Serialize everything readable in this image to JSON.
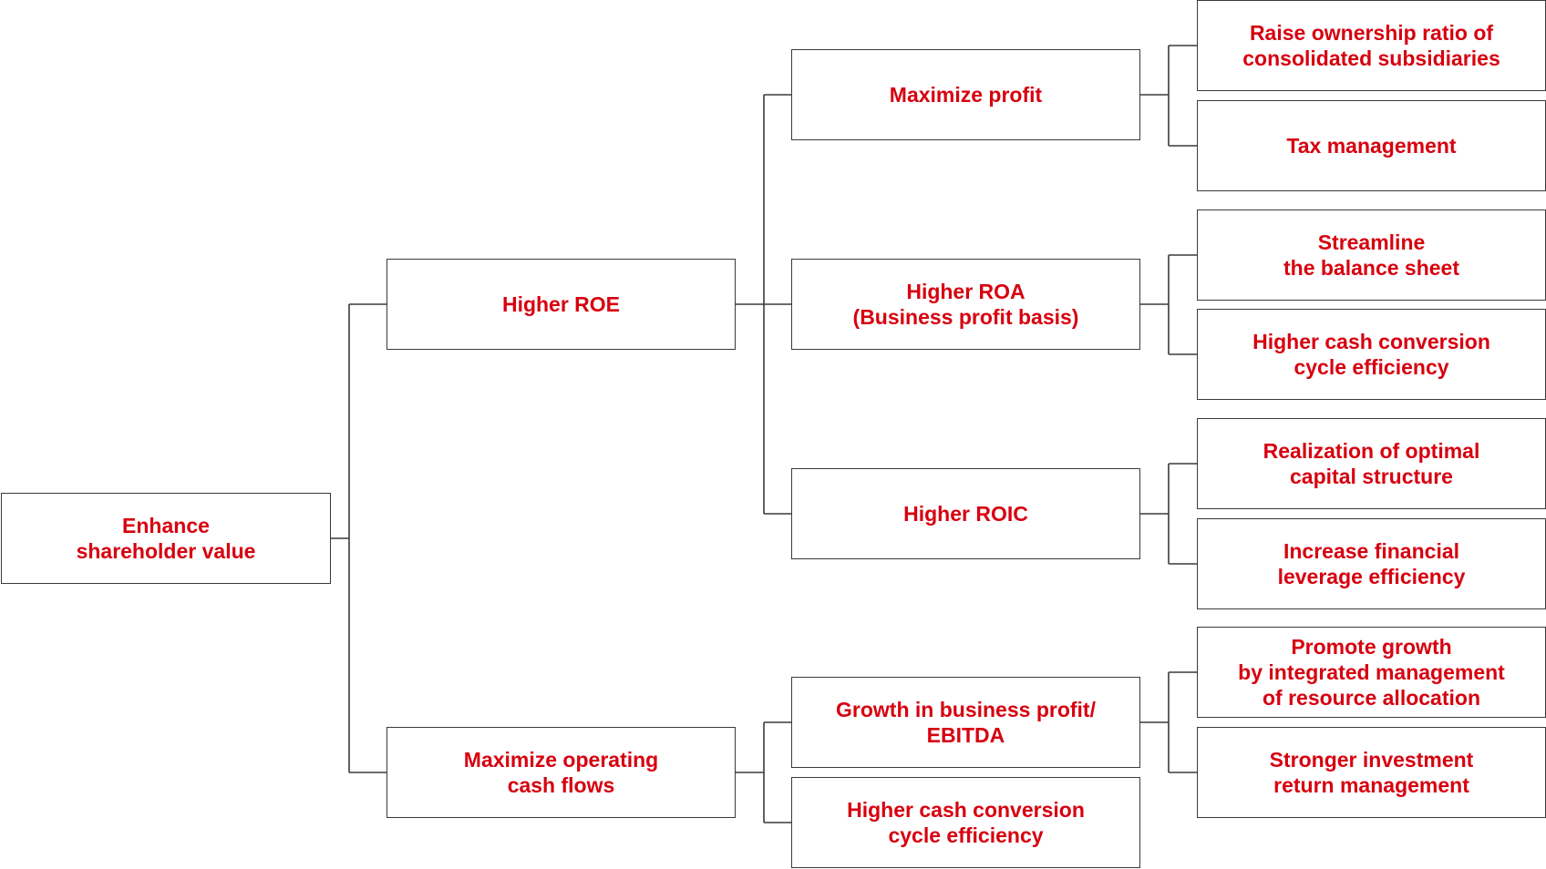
{
  "text_color": "#d7000f",
  "border_color": "#3a3a3a",
  "nodes": {
    "root": "Enhance\nshareholder value",
    "roe": "Higher ROE",
    "cash_flows": "Maximize operating\ncash flows",
    "profit": "Maximize profit",
    "roa": "Higher ROA\n(Business profit basis)",
    "roic": "Higher ROIC",
    "ebitda": "Growth in business profit/\nEBITDA",
    "ccc_mid": "Higher cash conversion\ncycle efficiency",
    "ownership": "Raise ownership ratio of\nconsolidated subsidiaries",
    "tax": "Tax management",
    "balance": "Streamline\nthe balance sheet",
    "ccc_leaf": "Higher cash conversion\ncycle efficiency",
    "capital": "Realization of optimal\ncapital structure",
    "leverage": "Increase financial\nleverage efficiency",
    "growth": "Promote growth\nby integrated management\nof resource allocation",
    "investment": "Stronger investment\nreturn management"
  }
}
